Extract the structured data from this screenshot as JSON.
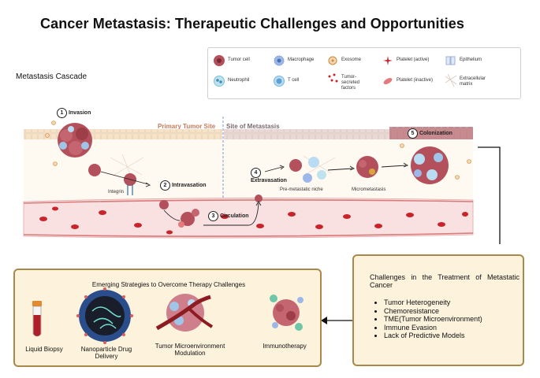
{
  "title": "Cancer Metastasis: Therapeutic Challenges and Opportunities",
  "cascade_label": "Metastasis Cascade",
  "legend": {
    "items": [
      {
        "label": "Tumor cell",
        "icon": "tumor-cell-icon"
      },
      {
        "label": "Macrophage",
        "icon": "macrophage-icon"
      },
      {
        "label": "Exosome",
        "icon": "exosome-icon"
      },
      {
        "label": "Platelet (active)",
        "icon": "platelet-active-icon"
      },
      {
        "label": "Epithelium",
        "icon": "epithelium-icon"
      },
      {
        "label": "Neutrophil",
        "icon": "neutrophil-icon"
      },
      {
        "label": "T cell",
        "icon": "t-cell-icon"
      },
      {
        "label": "Tumor-secreted factors",
        "icon": "tumor-factors-icon"
      },
      {
        "label": "Platelet (inactive)",
        "icon": "platelet-inactive-icon"
      },
      {
        "label": "Extracellular matrix",
        "icon": "ecm-icon"
      }
    ]
  },
  "regions": {
    "primary": "Primary Tumor Site",
    "metastasis": "Site of Metastasis"
  },
  "steps": [
    {
      "num": "1",
      "label": "Invasion"
    },
    {
      "num": "2",
      "label": "Intravasation"
    },
    {
      "num": "3",
      "label": "Circulation"
    },
    {
      "num": "4",
      "label": "Extravasation"
    },
    {
      "num": "5",
      "label": "Colonization"
    }
  ],
  "annotations": {
    "integrin": "Integrin",
    "premetastatic": "Pre-metastatic niche",
    "micrometastasis": "Micrometastasis"
  },
  "challenges": {
    "title": "Challenges in the Treatment of Metastatic Cancer",
    "items": [
      "Tumor Heterogeneity",
      "Chemoresistance",
      "TME(Tumor Microenvironment)",
      "Immune Evasion",
      "Lack of Predictive Models"
    ]
  },
  "strategies": {
    "title": "Emerging Strategies to Overcome Therapy Challenges",
    "items": [
      "Liquid Biopsy",
      "Nanoparticle Drug Delivery",
      "Tumor Microenvironment Modulation",
      "Immunotherapy"
    ]
  },
  "colors": {
    "box_fill": "#fdf3dd",
    "box_border": "#a8894a",
    "vessel": "#f7dcdc",
    "rbc": "#c9232b",
    "tumor": "#a8454f"
  }
}
